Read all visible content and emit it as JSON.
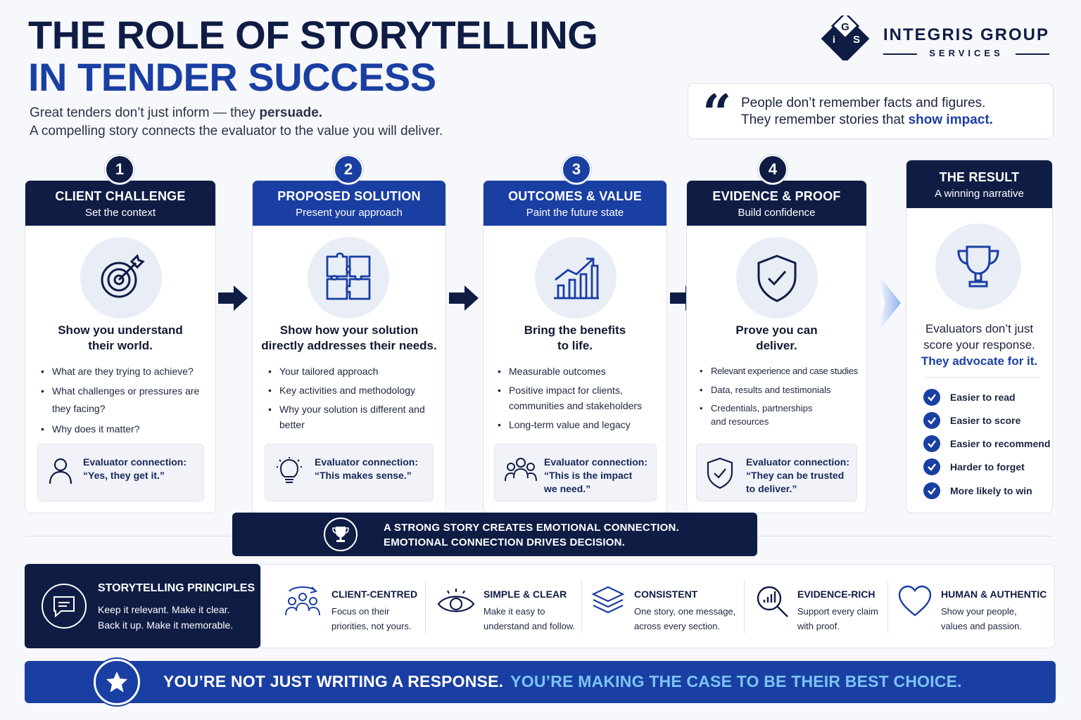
{
  "header": {
    "title_line1": "THE ROLE OF STORYTELLING",
    "title_line2": "IN TENDER SUCCESS",
    "subtitle_a": "Great tenders don’t just inform — they ",
    "subtitle_b": "persuade.",
    "subtitle_line2": "A compelling story connects the evaluator to the value you will deliver."
  },
  "logo": {
    "name": "INTEGRIS GROUP",
    "sub": "SERVICES",
    "letters": [
      "G",
      "i",
      "S"
    ]
  },
  "quote": {
    "line1": "People don’t remember facts and figures.",
    "line2_a": "They remember stories that ",
    "line2_b": "show impact."
  },
  "steps": [
    {
      "number": "1",
      "title": "CLIENT CHALLENGE",
      "subtitle": "Set the context",
      "icon": "target-icon",
      "lead1": "Show you understand",
      "lead2": "their world.",
      "bullets": [
        "What are they trying to achieve?",
        "What challenges or pressures are they facing?",
        "Why does it matter?"
      ],
      "eval_label": "Evaluator connection:",
      "eval_quote": "“Yes, they get it.”"
    },
    {
      "number": "2",
      "title": "PROPOSED SOLUTION",
      "subtitle": "Present your approach",
      "icon": "puzzle-icon",
      "lead1": "Show how your solution",
      "lead2": "directly addresses their needs.",
      "bullets": [
        "Your tailored approach",
        "Key activities and methodology",
        "Why your solution is different and better"
      ],
      "eval_label": "Evaluator connection:",
      "eval_quote": "“This makes sense.”"
    },
    {
      "number": "3",
      "title": "OUTCOMES & VALUE",
      "subtitle": "Paint the future state",
      "icon": "growth-chart-icon",
      "lead1": "Bring the benefits",
      "lead2": "to life.",
      "bullets": [
        "Measurable outcomes",
        "Positive impact for clients, communities and stakeholders",
        "Long-term value and legacy"
      ],
      "eval_label": "Evaluator connection:",
      "eval_quote": "“This is the impact we need.”"
    },
    {
      "number": "4",
      "title": "EVIDENCE & PROOF",
      "subtitle": "Build confidence",
      "icon": "shield-check-icon",
      "lead1": "Prove you can",
      "lead2": "deliver.",
      "bullets": [
        "Relevant experience and case studies",
        "Data, results and testimonials",
        "Credentials, partnerships and resources"
      ],
      "eval_label": "Evaluator connection:",
      "eval_quote": "“They can be trusted to deliver.”"
    }
  ],
  "result": {
    "title": "THE RESULT",
    "subtitle": "A winning narrative",
    "text1": "Evaluators don’t just",
    "text2": "score your response.",
    "text3": "They advocate for it.",
    "checks": [
      "Easier to read",
      "Easier to score",
      "Easier to recommend",
      "Harder to forget",
      "More likely to win"
    ]
  },
  "banner": {
    "line1": "A STRONG STORY CREATES EMOTIONAL CONNECTION.",
    "line2": "EMOTIONAL CONNECTION DRIVES DECISION."
  },
  "principles": {
    "title": "STORYTELLING PRINCIPLES",
    "line1": "Keep it relevant. Make it clear.",
    "line2": "Back it up. Make it memorable.",
    "items": [
      {
        "title": "CLIENT-CENTRED",
        "line1": "Focus on their",
        "line2": "priorities, not yours.",
        "icon": "people-group-icon"
      },
      {
        "title": "SIMPLE & CLEAR",
        "line1": "Make it easy to",
        "line2": "understand and follow.",
        "icon": "eye-icon"
      },
      {
        "title": "CONSISTENT",
        "line1": "One story, one message,",
        "line2": "across every section.",
        "icon": "layers-icon"
      },
      {
        "title": "EVIDENCE-RICH",
        "line1": "Support every claim",
        "line2": "with proof.",
        "icon": "magnifier-chart-icon"
      },
      {
        "title": "HUMAN & AUTHENTIC",
        "line1": "Show your people,",
        "line2": "values and passion.",
        "icon": "heart-icon"
      }
    ]
  },
  "footer": {
    "text_a": "YOU’RE NOT JUST WRITING A RESPONSE.",
    "text_b": "YOU’RE MAKING THE CASE TO BE THEIR BEST CHOICE."
  },
  "colors": {
    "navy": "#0f1d45",
    "blue": "#1a3fa3",
    "light_blue": "#7ac4f5"
  }
}
